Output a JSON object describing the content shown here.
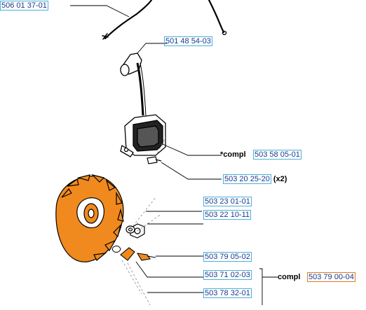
{
  "colors": {
    "flywheel_fill": "#f08a1e",
    "label_box": "#4ab0d8",
    "label_box_highlight": "#e07a1c",
    "label_text": "#1a3a8f",
    "line": "#000000"
  },
  "labels": {
    "wire": "506 01 37-01",
    "spark_cap": "501 48 54-03",
    "coil_prefix": "*compl",
    "coil": "503 58 05-01",
    "screw": "503 20 25-20",
    "screw_qty": "(x2)",
    "nut": "503 23 01-01",
    "washer": "503 22 10-11",
    "pawl_screw": "503 79 05-02",
    "pawl": "503 71 02-03",
    "spring": "503 78 32-01",
    "kit_prefix": "compl",
    "kit": "503 79 00-04"
  }
}
